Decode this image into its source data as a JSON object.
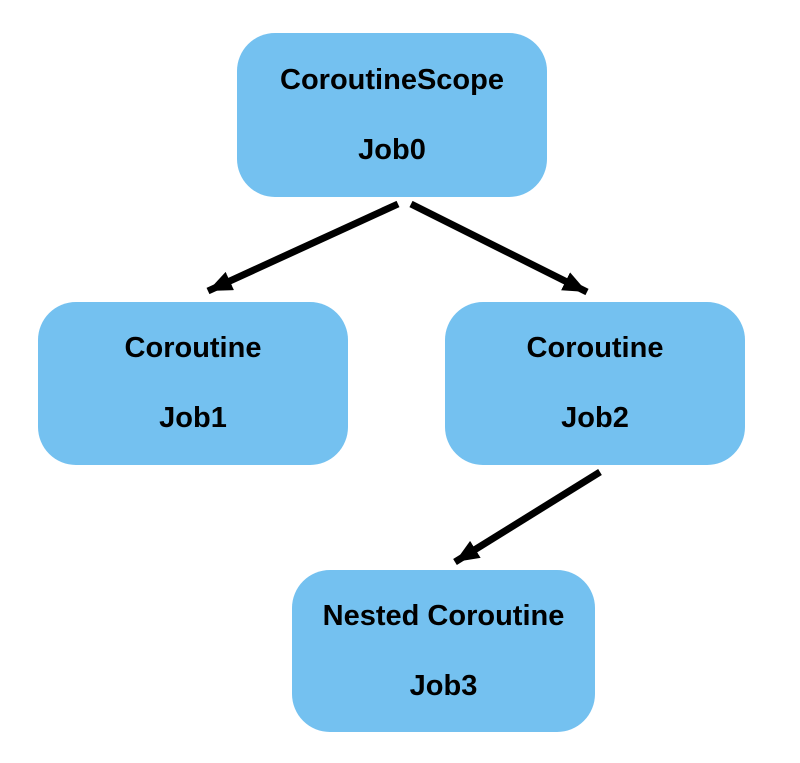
{
  "diagram": {
    "background": "#ffffff",
    "node_fill": "#74c1f0",
    "text_color": "#000000",
    "arrow_color": "#000000",
    "nodes": [
      {
        "id": "job0",
        "title": "CoroutineScope",
        "job": "Job0"
      },
      {
        "id": "job1",
        "title": "Coroutine",
        "job": "Job1"
      },
      {
        "id": "job2",
        "title": "Coroutine",
        "job": "Job2"
      },
      {
        "id": "job3",
        "title": "Nested Coroutine",
        "job": "Job3"
      }
    ],
    "edges": [
      {
        "from": "job0",
        "to": "job1"
      },
      {
        "from": "job0",
        "to": "job2"
      },
      {
        "from": "job2",
        "to": "job3"
      }
    ]
  }
}
